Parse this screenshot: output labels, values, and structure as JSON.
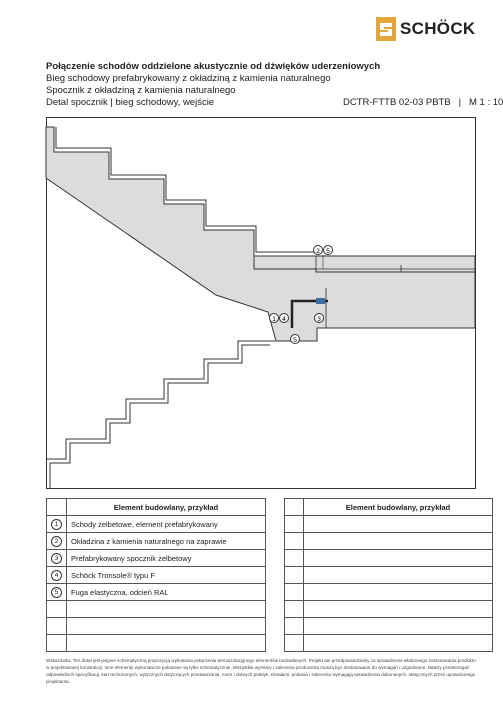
{
  "brand": {
    "name": "SCHÖCK",
    "mark_color": "#e3a53c"
  },
  "title": {
    "main": "Połączenie schodów oddzielone akustycznie od dźwięków uderzeniowych",
    "line1": "Bieg schodowy prefabrykowany z okładziną z kamienia naturalnego",
    "line2": "Spocznik z okładziną z kamienia naturalnego",
    "line3": "Detal spocznik | bieg schodowy, wejście",
    "code": "DCTR-FTTB 02-03 PBTB   |   M 1 : 10"
  },
  "callouts": {
    "c2": "2",
    "c5": "5",
    "c1": "1",
    "c4": "4",
    "c3": "3",
    "c5b": "5"
  },
  "legend": {
    "header_left": "Element budowlany, przykład",
    "header_right": "Element budowlany, przykład",
    "rows": [
      {
        "num": "1",
        "text": "Schody żelbetowe, element prefabrykowany"
      },
      {
        "num": "2",
        "text": "Okładzina z kamienia naturalnego na zaprawie"
      },
      {
        "num": "3",
        "text": "Prefabrykowany spocznik żelbetowy"
      },
      {
        "num": "4",
        "text": "Schöck Tronsole® typu F"
      },
      {
        "num": "5",
        "text": "Fuga elastyczna, odcień RAL"
      },
      {
        "num": "",
        "text": ""
      },
      {
        "num": "",
        "text": ""
      },
      {
        "num": "",
        "text": ""
      }
    ]
  },
  "disclaimer": "Wskazówka: Ten detal jest jedynie schematyczną propozycją wykonania połączenia termoizolacyjnego elementów budowlanych. Projekt ani przedpowiedzialny za sprawdzenie właściwego zastosowania produktu w projektowanej konstrukcji. Inne elementy wykonawcze pokazane są tylko schematycznie. Wszystkie wymiary i zalecenia producenta muszą być dostosowane do wymagań i uzgodnione. Należy przestrzegać odpowiednich specyfikacji, kart technicznych, wytycznych dotyczących przetwarzania, norm i dobrych praktyk. Detalami, podania i zalecenia wymagają sprawdzenia dokonanych, statycznych przez uprawnionego projektanta."
}
